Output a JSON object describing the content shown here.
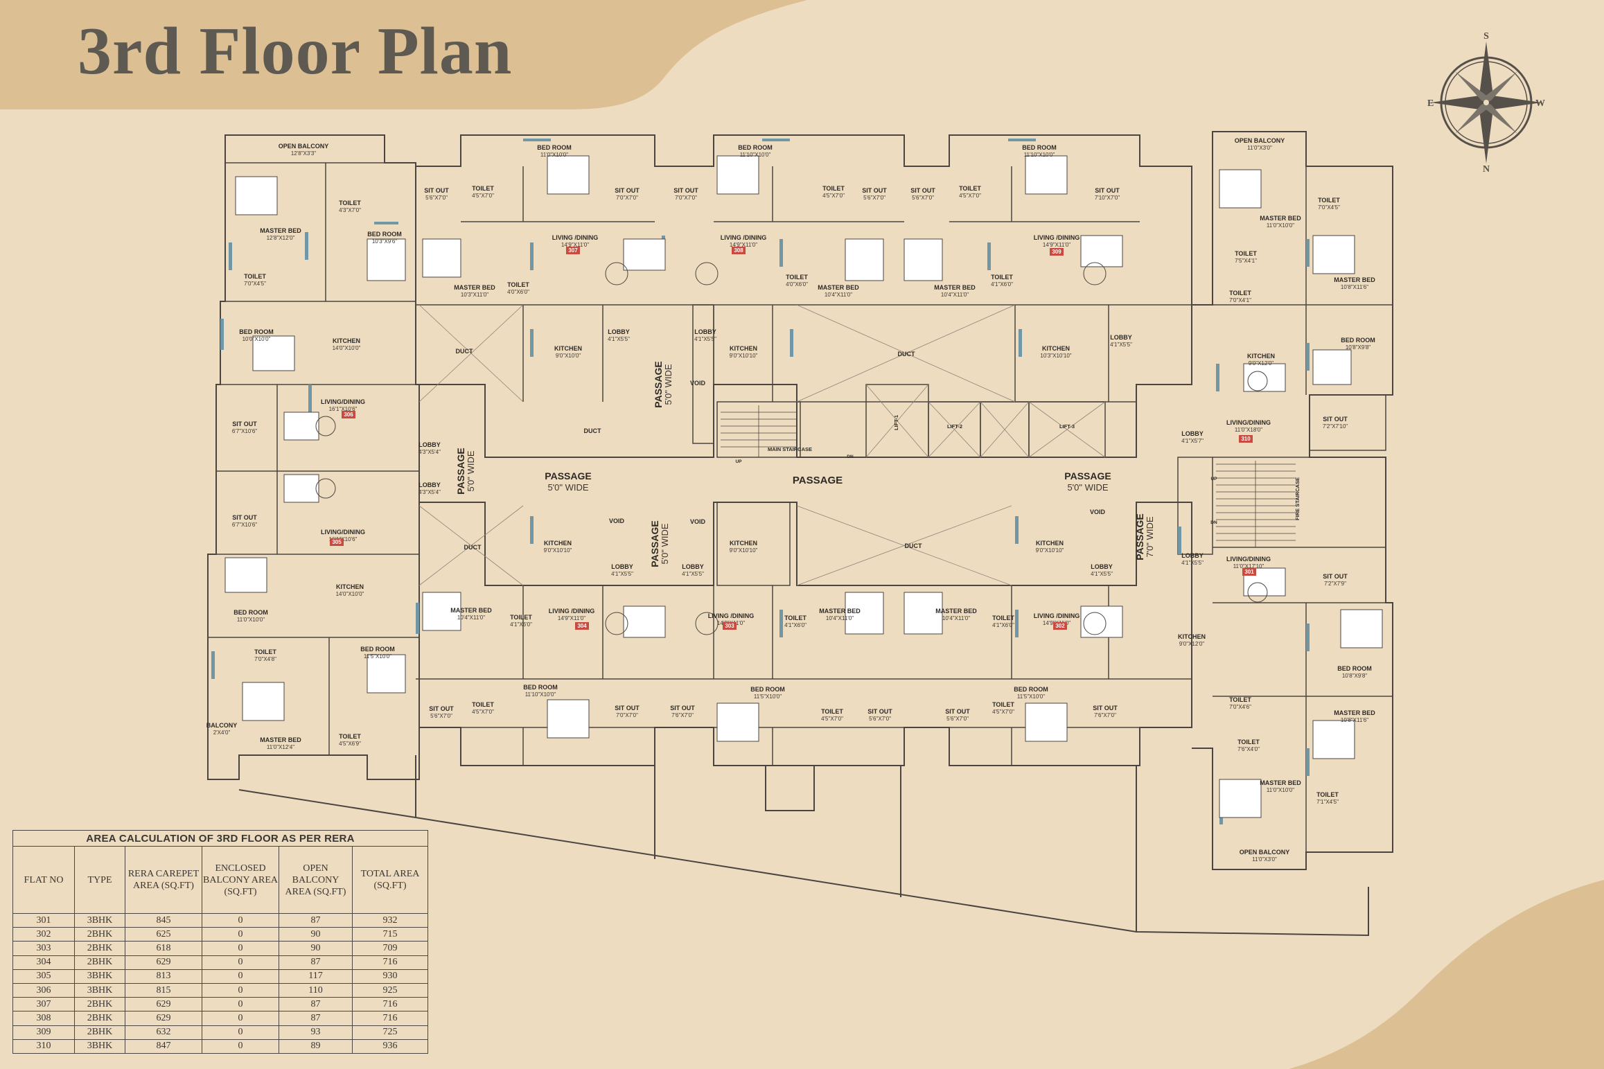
{
  "title": "3rd Floor Plan",
  "colors": {
    "background": "#eedcc0",
    "accent_shape": "#dcc094",
    "title": "#5e5a52",
    "wall": "#4a4540",
    "window": "#6f97a6",
    "flat_badge": "#c94a3e"
  },
  "compass": {
    "north": "N",
    "south": "S",
    "east": "E",
    "west": "W"
  },
  "plan": {
    "flats": [
      "301",
      "302",
      "303",
      "304",
      "305",
      "306",
      "307",
      "308",
      "309",
      "310"
    ],
    "circulation_labels": {
      "passage_main": "PASSAGE",
      "passage_left": "PASSAGE",
      "passage_left_width": "5'0\" WIDE",
      "passage_right": "PASSAGE",
      "passage_right_width": "5'0\" WIDE",
      "passage_v1": "PASSAGE",
      "passage_v1_width": "5'0\" WIDE",
      "passage_v2": "PASSAGE",
      "passage_v2_width": "5'0\" WIDE",
      "passage_v3": "PASSAGE",
      "passage_v3_width": "7'0\" WIDE",
      "passage_v4": "PASSAGE",
      "passage_v4_width": "5'0\" WIDE",
      "main_staircase": "MAIN STAIRCASE",
      "fire_staircase": "FIRE STAIRCASE",
      "lift1": "LIFT-1",
      "lift2": "LIFT-2",
      "lift3": "LIFT-3",
      "void": "VOID",
      "duct": "DUCT",
      "up": "UP",
      "dn": "DN"
    },
    "rooms": [
      {
        "name": "OPEN BALCONY",
        "size": "12'8\"X3'3\""
      },
      {
        "name": "MASTER BED",
        "size": "12'8\"X12'0\""
      },
      {
        "name": "TOILET",
        "size": "4'3\"X7'0\""
      },
      {
        "name": "BED ROOM",
        "size": "10'3\"X9'6\""
      },
      {
        "name": "TOILET",
        "size": "7'0\"X4'5\""
      },
      {
        "name": "BED ROOM",
        "size": "10'0\"X10'0\""
      },
      {
        "name": "KITCHEN",
        "size": "14'0\"X10'0\""
      },
      {
        "name": "LIVING/DINING",
        "size": "16'1\"X10'6\""
      },
      {
        "name": "SIT OUT",
        "size": "6'7\"X10'6\""
      },
      {
        "name": "LOBBY",
        "size": "4'3\"X5'4\""
      },
      {
        "name": "LOBBY",
        "size": "4'3\"X5'4\""
      },
      {
        "name": "SIT OUT",
        "size": "6'7\"X10'6\""
      },
      {
        "name": "LIVING/DINING",
        "size": "16'1\"X10'6\""
      },
      {
        "name": "KITCHEN",
        "size": "14'0\"X10'0\""
      },
      {
        "name": "BED ROOM",
        "size": "11'0\"X10'0\""
      },
      {
        "name": "TOILET",
        "size": "7'0\"X4'8\""
      },
      {
        "name": "BED ROOM",
        "size": "11'5\"X10'0\""
      },
      {
        "name": "MASTER BED",
        "size": "11'0\"X12'4\""
      },
      {
        "name": "TOILET",
        "size": "4'5\"X6'9\""
      },
      {
        "name": "BALCONY",
        "size": "2'X4'0\""
      },
      {
        "name": "SIT OUT",
        "size": "5'6\"X7'0\""
      },
      {
        "name": "TOILET",
        "size": "4'5\"X7'0\""
      },
      {
        "name": "BED ROOM",
        "size": "11'0\"X10'0\""
      },
      {
        "name": "SIT OUT",
        "size": "7'0\"X7'0\""
      },
      {
        "name": "MASTER BED",
        "size": "10'3\"X11'0\""
      },
      {
        "name": "TOILET",
        "size": "4'0\"X6'0\""
      },
      {
        "name": "LIVING /DINING",
        "size": "14'9\"X11'0\""
      },
      {
        "name": "KITCHEN",
        "size": "9'0\"X10'0\""
      },
      {
        "name": "LOBBY",
        "size": "4'1\"X5'5\""
      },
      {
        "name": "SIT OUT",
        "size": "7'0\"X7'0\""
      },
      {
        "name": "BED ROOM",
        "size": "11'10\"X10'0\""
      },
      {
        "name": "TOILET",
        "size": "4'5\"X7'0\""
      },
      {
        "name": "SIT OUT",
        "size": "5'6\"X7'0\""
      },
      {
        "name": "LIVING /DINING",
        "size": "14'9\"X11'0\""
      },
      {
        "name": "LOBBY",
        "size": "4'1\"X5'5\""
      },
      {
        "name": "KITCHEN",
        "size": "9'0\"X10'10\""
      },
      {
        "name": "TOILET",
        "size": "4'0\"X6'0\""
      },
      {
        "name": "MASTER BED",
        "size": "10'4\"X11'0\""
      },
      {
        "name": "MASTER BED",
        "size": "10'4\"X11'0\""
      },
      {
        "name": "SIT OUT",
        "size": "5'6\"X7'0\""
      },
      {
        "name": "TOILET",
        "size": "4'5\"X7'0\""
      },
      {
        "name": "BED ROOM",
        "size": "11'10\"X10'0\""
      },
      {
        "name": "SIT OUT",
        "size": "7'10\"X7'0\""
      },
      {
        "name": "TOILET",
        "size": "4'1\"X6'0\""
      },
      {
        "name": "LIVING /DINING",
        "size": "14'9\"X11'0\""
      },
      {
        "name": "KITCHEN",
        "size": "10'3\"X10'10\""
      },
      {
        "name": "LOBBY",
        "size": "4'1\"X5'5\""
      },
      {
        "name": "OPEN BALCONY",
        "size": "11'0\"X3'0\""
      },
      {
        "name": "TOILET",
        "size": "7'0\"X4'5\""
      },
      {
        "name": "MASTER BED",
        "size": "11'0\"X10'0\""
      },
      {
        "name": "TOILET",
        "size": "7'5\"X4'1\""
      },
      {
        "name": "MASTER BED",
        "size": "10'8\"X11'6\""
      },
      {
        "name": "TOILET",
        "size": "7'0\"X4'1\""
      },
      {
        "name": "BED ROOM",
        "size": "10'8\"X9'8\""
      },
      {
        "name": "KITCHEN",
        "size": "9'0\"X12'0\""
      },
      {
        "name": "LIVING/DINING",
        "size": "11'0\"X18'0\""
      },
      {
        "name": "LOBBY",
        "size": "4'1\"X5'7\""
      },
      {
        "name": "SIT OUT",
        "size": "7'2\"X7'10\""
      },
      {
        "name": "LIVING/DINING",
        "size": "11'0\"X17'10\""
      },
      {
        "name": "SIT OUT",
        "size": "7'2\"X7'9\""
      },
      {
        "name": "LOBBY",
        "size": "4'1\"X5'5\""
      },
      {
        "name": "KITCHEN",
        "size": "9'0\"X12'0\""
      },
      {
        "name": "BED ROOM",
        "size": "10'8\"X9'8\""
      },
      {
        "name": "TOILET",
        "size": "7'0\"X4'6\""
      },
      {
        "name": "MASTER BED",
        "size": "10'8\"X11'6\""
      },
      {
        "name": "TOILET",
        "size": "7'6\"X4'0\""
      },
      {
        "name": "MASTER BED",
        "size": "11'0\"X10'0\""
      },
      {
        "name": "TOILET",
        "size": "7'1\"X4'5\""
      },
      {
        "name": "OPEN BALCONY",
        "size": "11'0\"X3'0\""
      },
      {
        "name": "KITCHEN",
        "size": "9'0\"X10'10\""
      },
      {
        "name": "VOID",
        "size": ""
      },
      {
        "name": "LOBBY",
        "size": "4'1\"X5'5\""
      },
      {
        "name": "MASTER BED",
        "size": "10'4\"X11'0\""
      },
      {
        "name": "TOILET",
        "size": "4'1\"X6'0\""
      },
      {
        "name": "LIVING /DINING",
        "size": "14'9\"X11'0\""
      },
      {
        "name": "BED ROOM",
        "size": "11'10\"X10'0\""
      },
      {
        "name": "TOILET",
        "size": "4'5\"X7'0\""
      },
      {
        "name": "SIT OUT",
        "size": "5'6\"X7'0\""
      },
      {
        "name": "SIT OUT",
        "size": "7'0\"X7'0\""
      },
      {
        "name": "KITCHEN",
        "size": "9'0\"X10'10\""
      },
      {
        "name": "LOBBY",
        "size": "4'1\"X5'5\""
      },
      {
        "name": "LIVING /DINING",
        "size": "14'9\"X11'0\""
      },
      {
        "name": "TOILET",
        "size": "4'1\"X6'0\""
      },
      {
        "name": "MASTER BED",
        "size": "10'4\"X11'0\""
      },
      {
        "name": "BED ROOM",
        "size": "11'5\"X10'0\""
      },
      {
        "name": "SIT OUT",
        "size": "7'6\"X7'0\""
      },
      {
        "name": "TOILET",
        "size": "4'5\"X7'0\""
      },
      {
        "name": "SIT OUT",
        "size": "5'6\"X7'0\""
      },
      {
        "name": "MASTER BED",
        "size": "10'4\"X11'0\""
      },
      {
        "name": "SIT OUT",
        "size": "5'6\"X7'0\""
      },
      {
        "name": "TOILET",
        "size": "4'5\"X7'0\""
      },
      {
        "name": "BED ROOM",
        "size": "11'5\"X10'0\""
      },
      {
        "name": "SIT OUT",
        "size": "7'6\"X7'0\""
      },
      {
        "name": "TOILET",
        "size": "4'1\"X6'0\""
      },
      {
        "name": "LIVING /DINING",
        "size": "14'9\"X11'0\""
      },
      {
        "name": "KITCHEN",
        "size": "9'0\"X10'10\""
      },
      {
        "name": "LOBBY",
        "size": "4'1\"X5'5\""
      },
      {
        "name": "VOID",
        "size": ""
      },
      {
        "name": "VOID",
        "size": ""
      },
      {
        "name": "VOID",
        "size": ""
      },
      {
        "name": "DUCT",
        "size": ""
      },
      {
        "name": "DUCT",
        "size": ""
      },
      {
        "name": "DUCT",
        "size": ""
      },
      {
        "name": "DUCT",
        "size": ""
      },
      {
        "name": "DUCT",
        "size": ""
      }
    ]
  },
  "area_table": {
    "caption": "AREA CALCULATION OF 3RD FLOOR AS PER RERA",
    "headers": [
      "FLAT NO",
      "TYPE",
      "RERA CAREPET AREA (SQ.FT)",
      "ENCLOSED BALCONY AREA (SQ.FT)",
      "OPEN BALCONY AREA (SQ.FT)",
      "TOTAL AREA (SQ.FT)"
    ],
    "rows": [
      [
        "301",
        "3BHK",
        "845",
        "0",
        "87",
        "932"
      ],
      [
        "302",
        "2BHK",
        "625",
        "0",
        "90",
        "715"
      ],
      [
        "303",
        "2BHK",
        "618",
        "0",
        "90",
        "709"
      ],
      [
        "304",
        "2BHK",
        "629",
        "0",
        "87",
        "716"
      ],
      [
        "305",
        "3BHK",
        "813",
        "0",
        "117",
        "930"
      ],
      [
        "306",
        "3BHK",
        "815",
        "0",
        "110",
        "925"
      ],
      [
        "307",
        "2BHK",
        "629",
        "0",
        "87",
        "716"
      ],
      [
        "308",
        "2BHK",
        "629",
        "0",
        "87",
        "716"
      ],
      [
        "309",
        "2BHK",
        "632",
        "0",
        "93",
        "725"
      ],
      [
        "310",
        "3BHK",
        "847",
        "0",
        "89",
        "936"
      ]
    ]
  }
}
